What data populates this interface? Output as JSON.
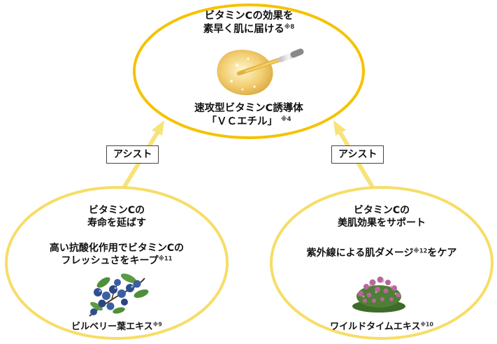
{
  "top": {
    "heading_line1": "ビタミンCの効果を",
    "heading_line2": "素早く肌に届ける",
    "heading_note": "※8",
    "ingredient_line1": "速攻型ビタミンC誘導体",
    "ingredient_line2": "「ＶＣエチル」",
    "ingredient_note": "※4"
  },
  "assist_left": "アシスト",
  "assist_right": "アシスト",
  "left": {
    "heading_line1": "ビタミンCの",
    "heading_line2": "寿命を延ばす",
    "desc_line1": "高い抗酸化作用でビタミンCの",
    "desc_line2": "フレッシュさをキープ",
    "desc_note": "※11",
    "ingredient": "ビルベリー葉エキス",
    "ingredient_note": "※9"
  },
  "right": {
    "heading_line1": "ビタミンCの",
    "heading_line2": "美肌効果をサポート",
    "desc": "紫外線による肌ダメージ",
    "desc_note": "※12",
    "desc_tail": "をケア",
    "ingredient": "ワイルドタイムエキス",
    "ingredient_note": "※10"
  },
  "colors": {
    "top_ring": "#f5c200",
    "side_ring": "#f6dd66",
    "arrow": "#f8e27a"
  },
  "icons": [
    "serum-dropper-icon",
    "bilberry-icon",
    "wild-thyme-icon"
  ]
}
